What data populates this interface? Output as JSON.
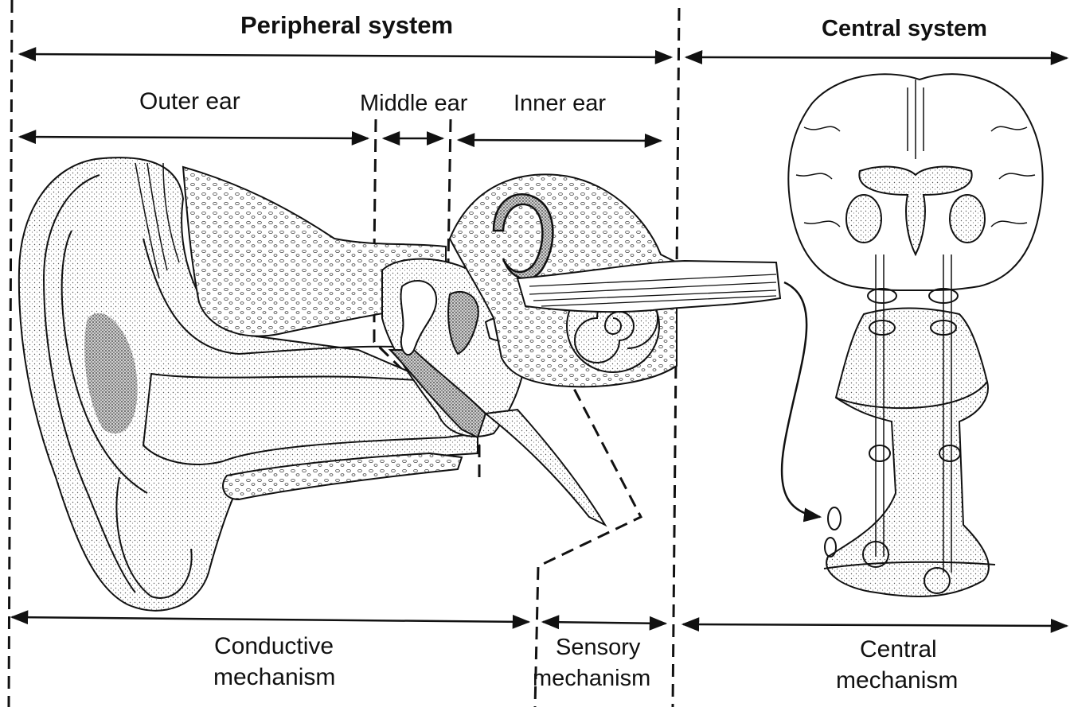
{
  "labels": {
    "peripheral_system": "Peripheral system",
    "central_system": "Central system",
    "outer_ear": "Outer ear",
    "middle_ear": "Middle ear",
    "inner_ear": "Inner ear",
    "conductive_line1": "Conductive",
    "conductive_line2": "mechanism",
    "sensory_line1": "Sensory",
    "sensory_line2": "mechanism",
    "central_line1": "Central",
    "central_line2": "mechanism"
  }
}
